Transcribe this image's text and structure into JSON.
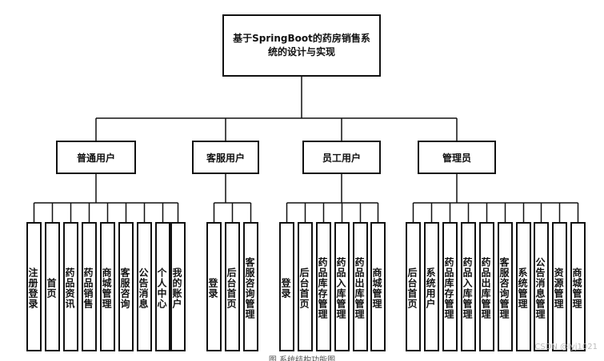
{
  "root": {
    "label": "基于SpringBoot的药房销售系统的设计与实现"
  },
  "groups": [
    {
      "label": "普通用户",
      "items": [
        "注册登录",
        "首页",
        "药品资讯",
        "药品销售",
        "商城管理",
        "客服咨询",
        "公告消息",
        "个人中心",
        "我的账户"
      ]
    },
    {
      "label": "客服用户",
      "items": [
        "登录",
        "后台首页",
        "客服咨询管理"
      ]
    },
    {
      "label": "员工用户",
      "items": [
        "登录",
        "后台首页",
        "药品库存管理",
        "药品入库管理",
        "药品出库管理",
        "商城管理"
      ]
    },
    {
      "label": "管理员",
      "items": [
        "后台首页",
        "系统用户",
        "药品库存管理",
        "药品入库管理",
        "药品出库管理",
        "客服咨询管理",
        "系统管理",
        "公告消息管理",
        "资源管理",
        "商城管理"
      ]
    }
  ],
  "caption": "图 系统结构功能图",
  "watermark": "CSDN @lyj1021"
}
